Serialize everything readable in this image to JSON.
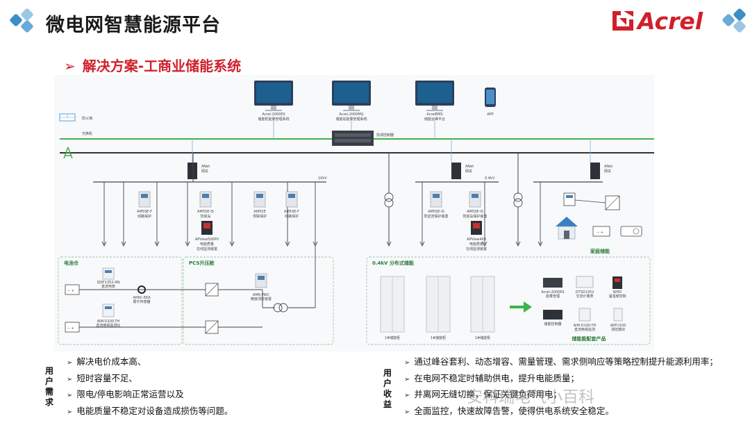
{
  "header": {
    "title": "微电网智慧能源平台",
    "logo_text": "Acrel",
    "subtitle": "解决方案-工商业储能系统",
    "subtitle_marker": "➢",
    "accent_color": "#d0202a",
    "deco_color": "#3a8fc4"
  },
  "diagram": {
    "screens": [
      {
        "line1": "Acrel-2000ES",
        "line2": "储能柜能量管理系统"
      },
      {
        "line1": "Acrel-2000MG",
        "line2": "储能站能量管理系统"
      },
      {
        "line1": "AcrelEMS",
        "line2": "储能运维平台"
      }
    ],
    "app_label": "APP",
    "firewall_label": "防火墙",
    "switch_label": "交换机",
    "controller_label": "协调控制器",
    "gateway_label": "ANet",
    "gateway_sub": "网关",
    "voltage_10kv": "10kV",
    "voltage_04kv": "0.4kV",
    "devices_left": [
      {
        "line1": "AM5SE-F",
        "line2": "线路保护"
      },
      {
        "line1": "AM5SE-IS",
        "line2": "防孤岛"
      },
      {
        "line1": "AM5SE",
        "line2": "母联保护"
      },
      {
        "line1": "AM5SE-F",
        "line2": "线路保护"
      }
    ],
    "pq_monitor": {
      "line1": "APView500PV",
      "line2": "电能质量",
      "line3": "在线监测装置"
    },
    "devices_right": [
      {
        "line1": "AM5SE-IS",
        "line2": "防逆流保护装置"
      },
      {
        "line1": "AM5SE-IS",
        "line2": "防孤岛保护装置"
      }
    ],
    "pq_monitor_right": {
      "line1": "APView400",
      "line2": "电能质量",
      "line3": "在线监测装置"
    },
    "group_battery": "电池仓",
    "group_pcs": "PCS升压舱",
    "group_distributed": "0.4kV 分布式储能",
    "group_home": "家庭储能",
    "group_products": "储能能配套产品",
    "battery_devices": [
      {
        "line1": "DJSF1352-RN",
        "line2": "直流电表"
      },
      {
        "line1": "AHKC-EKA",
        "line2": "霍尔传感器"
      },
      {
        "line1": "AIM-D100-TH",
        "line2": "直流绝缘监测仪"
      }
    ],
    "pcs_device": {
      "line1": "AM6-PWC",
      "line2": "精度测控装置"
    },
    "cabinet_label": "1#储能柜",
    "products": [
      {
        "line1": "Acrel-2000ES",
        "line2": "能量管理"
      },
      {
        "line1": "DTSD1352",
        "line2": "交流计量表"
      },
      {
        "line1": "WHD",
        "line2": "温湿度控制"
      },
      {
        "line1": "储能控制器",
        "line2": ""
      },
      {
        "line1": "AIM-D100-TH",
        "line2": "直流绝缘监测"
      },
      {
        "line1": "ARTU100",
        "line2": "测控模块"
      }
    ]
  },
  "user_needs": {
    "label": "用户需求",
    "items": [
      "解决电价成本高、",
      "短时容量不足、",
      "限电/停电影响正常运营以及",
      "电能质量不稳定对设备造成损伤等问题。"
    ]
  },
  "user_benefits": {
    "label": "用户收益",
    "items": [
      "通过峰谷套利、动态增容、需量管理、需求侧响应等策略控制提升能源利用率；",
      "在电网不稳定时辅助供电，提升电能质量；",
      "并离网无缝切换，保证关键负荷用电；",
      "全面监控，快速故障告警，使得供电系统安全稳定。"
    ]
  },
  "bullet_marker": "➢",
  "watermark": "安科瑞电气小百科"
}
